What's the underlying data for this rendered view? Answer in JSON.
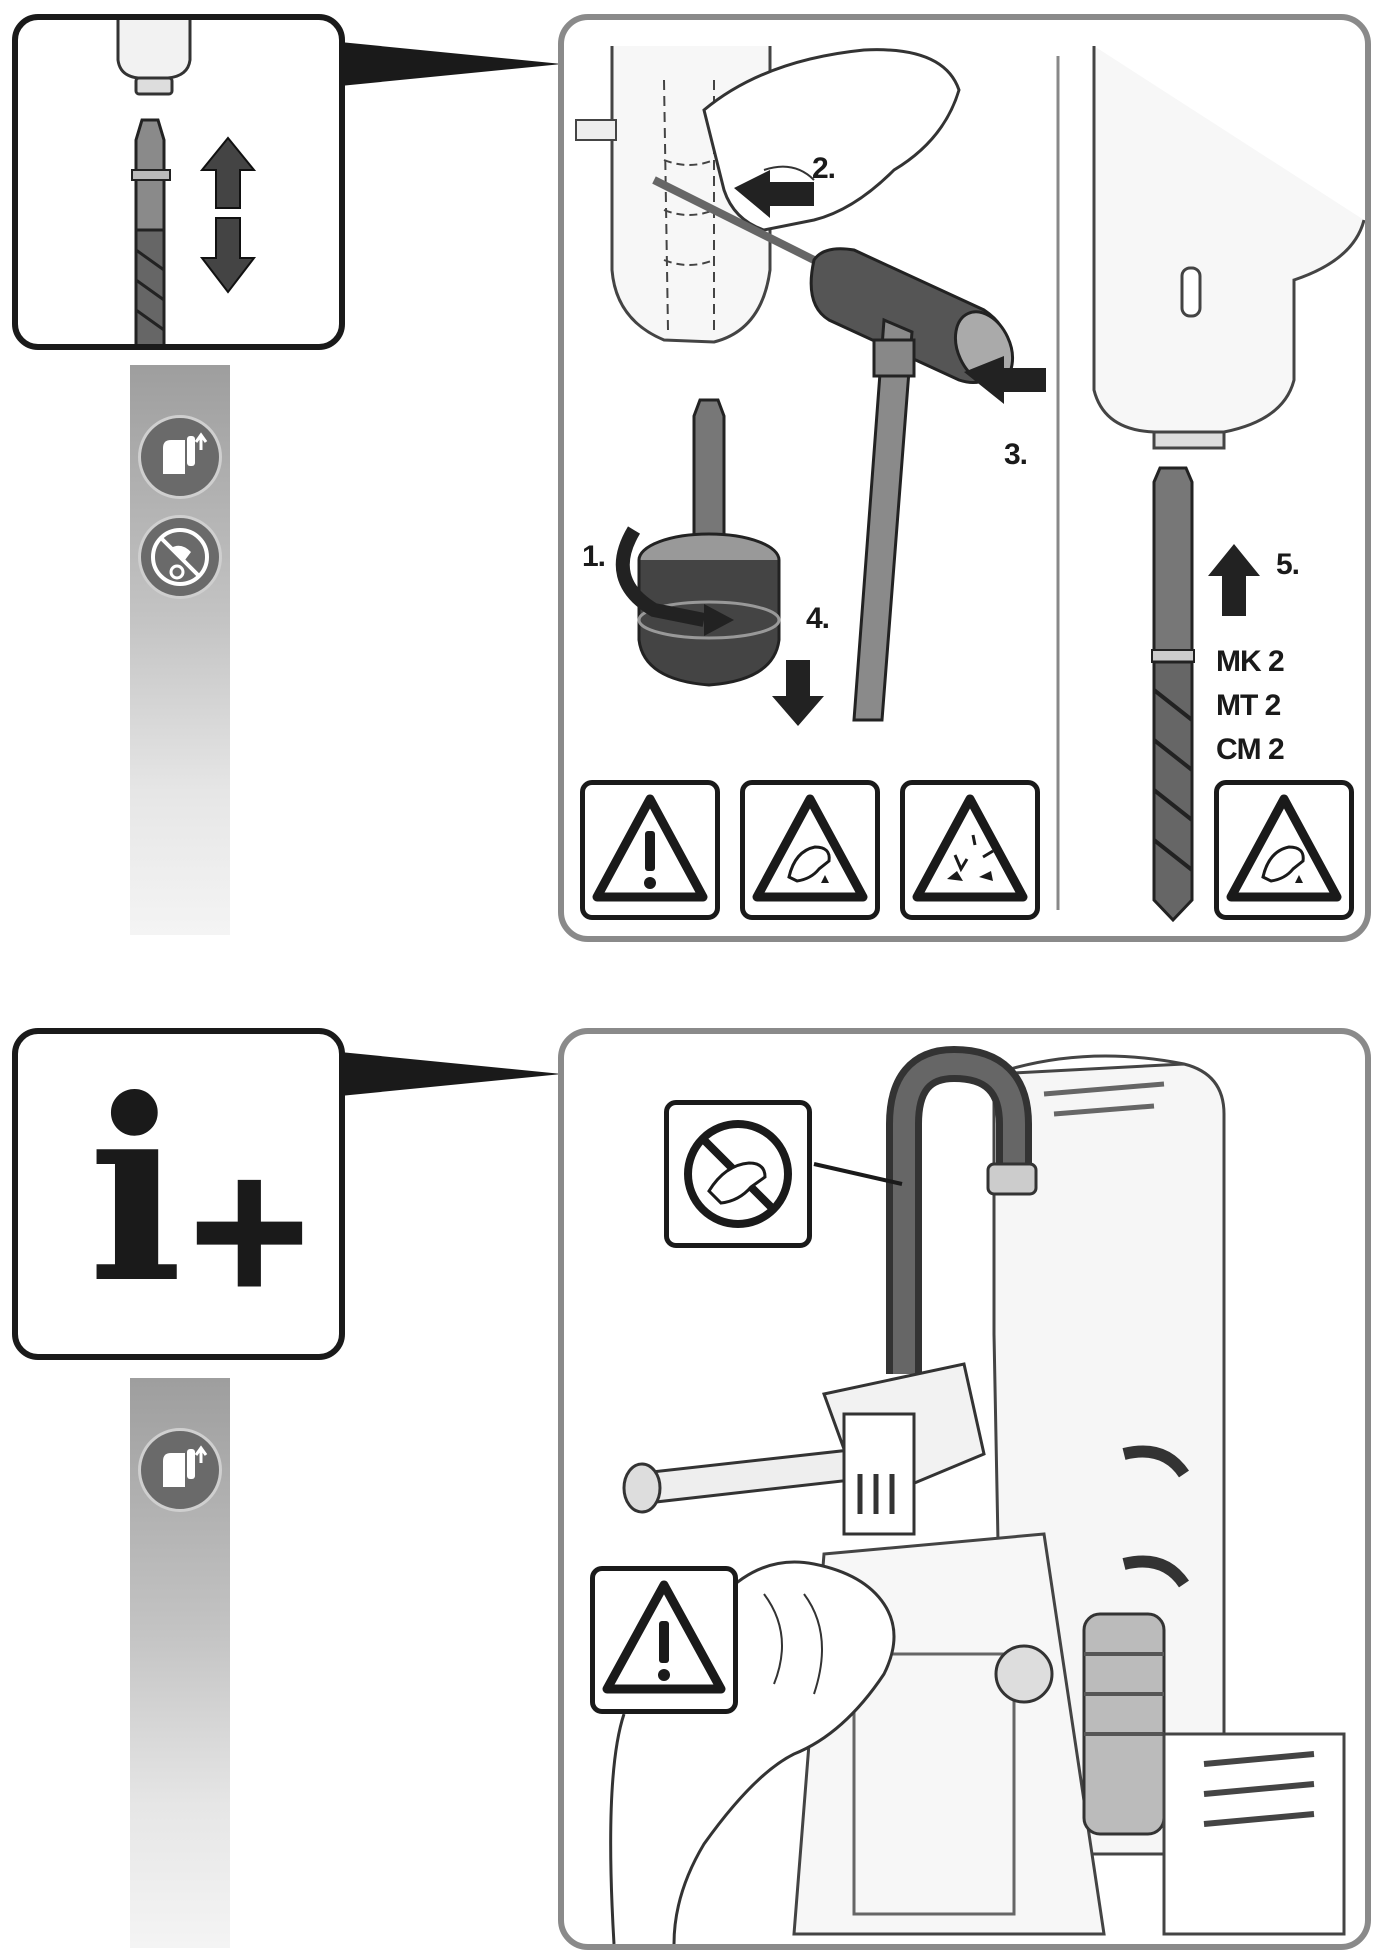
{
  "section1": {
    "steps": [
      "1.",
      "2.",
      "3.",
      "4.",
      "5."
    ],
    "taper_labels": [
      "MK 2",
      "MT 2",
      "CM 2"
    ],
    "side_icons": [
      "wear-gloves-icon",
      "no-rotating-parts-icon"
    ],
    "warnings": [
      "general-warning-icon",
      "hand-injury-warning-icon",
      "flying-debris-warning-icon",
      "hand-injury-warning-icon"
    ]
  },
  "section2": {
    "info_symbol": {
      "letter": "i",
      "plus": "+"
    },
    "side_icons": [
      "wear-gloves-icon"
    ],
    "warnings": [
      "no-touch-hot-surface-icon",
      "general-warning-icon"
    ]
  },
  "colors": {
    "frame_dark": "#1a1a1a",
    "panel_border": "#8a8a8a",
    "strip_gray": "#9e9e9e"
  }
}
